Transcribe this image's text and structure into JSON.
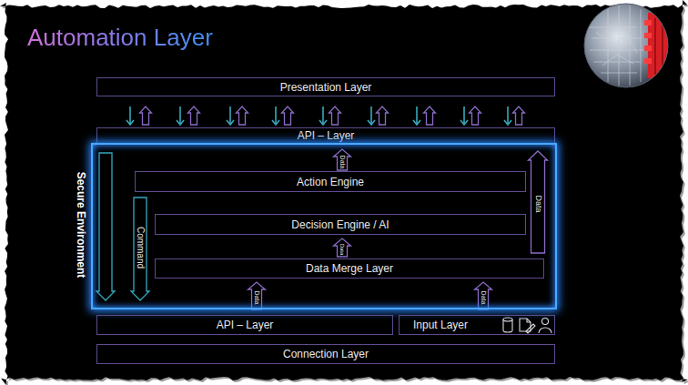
{
  "diagram": {
    "title": "Automation Layer",
    "nodes": [
      {
        "text": [
          "Presentation Layer"
        ]
      },
      {
        "text": [
          "API – Layer"
        ]
      },
      {
        "text": [
          "Secure Environment"
        ]
      },
      {
        "text": [
          "Action Engine"
        ],
        "in": 2
      },
      {
        "text": [
          "Decision Engine / AI"
        ],
        "in": 2
      },
      {
        "text": [
          "Data Merge Layer"
        ],
        "in": 2
      },
      {
        "text": [
          "API – Layer"
        ]
      },
      {
        "text": [
          "Input Layer"
        ]
      },
      {
        "text": [
          "Connection Layer"
        ]
      }
    ],
    "edges": [
      {
        "from": 0,
        "to": 1,
        "arrow": "to"
      },
      {
        "from": 1,
        "to": 0,
        "arrow": "to"
      },
      {
        "from": 0,
        "to": 1,
        "arrow": "to"
      },
      {
        "from": 1,
        "to": 0,
        "arrow": "to"
      },
      {
        "from": 0,
        "to": 1,
        "arrow": "to"
      },
      {
        "from": 1,
        "to": 0,
        "arrow": "to"
      },
      {
        "from": 0,
        "to": 1,
        "arrow": "to"
      },
      {
        "from": 1,
        "to": 0,
        "arrow": "to"
      },
      {
        "from": 0,
        "to": 1,
        "arrow": "to"
      },
      {
        "from": 1,
        "to": 0,
        "arrow": "to"
      },
      {
        "from": 0,
        "to": 1,
        "arrow": "to"
      },
      {
        "from": 1,
        "to": 0,
        "arrow": "to"
      },
      {
        "from": 0,
        "to": 1,
        "arrow": "to"
      },
      {
        "from": 1,
        "to": 0,
        "arrow": "to"
      },
      {
        "from": 0,
        "to": 1,
        "arrow": "to"
      },
      {
        "from": 1,
        "to": 0,
        "arrow": "to"
      },
      {
        "from": 0,
        "to": 1,
        "arrow": "to"
      },
      {
        "from": 1,
        "to": 0,
        "arrow": "to"
      },
      {
        "from": 3,
        "to": 1,
        "label": "Data",
        "arrow": "to"
      },
      {
        "from": 5,
        "to": 4,
        "label": "Data",
        "arrow": "to"
      },
      {
        "from": 6,
        "to": 5,
        "label": "Data",
        "arrow": "to"
      },
      {
        "from": 7,
        "to": 5,
        "label": "Data",
        "arrow": "to"
      },
      {
        "from": 5,
        "to": 1,
        "label": "Data",
        "arrow": "to"
      },
      {
        "from": 1,
        "to": 6,
        "arrow": "to"
      },
      {
        "from": 3,
        "to": 6,
        "label": "Command",
        "arrow": "to"
      }
    ]
  }
}
